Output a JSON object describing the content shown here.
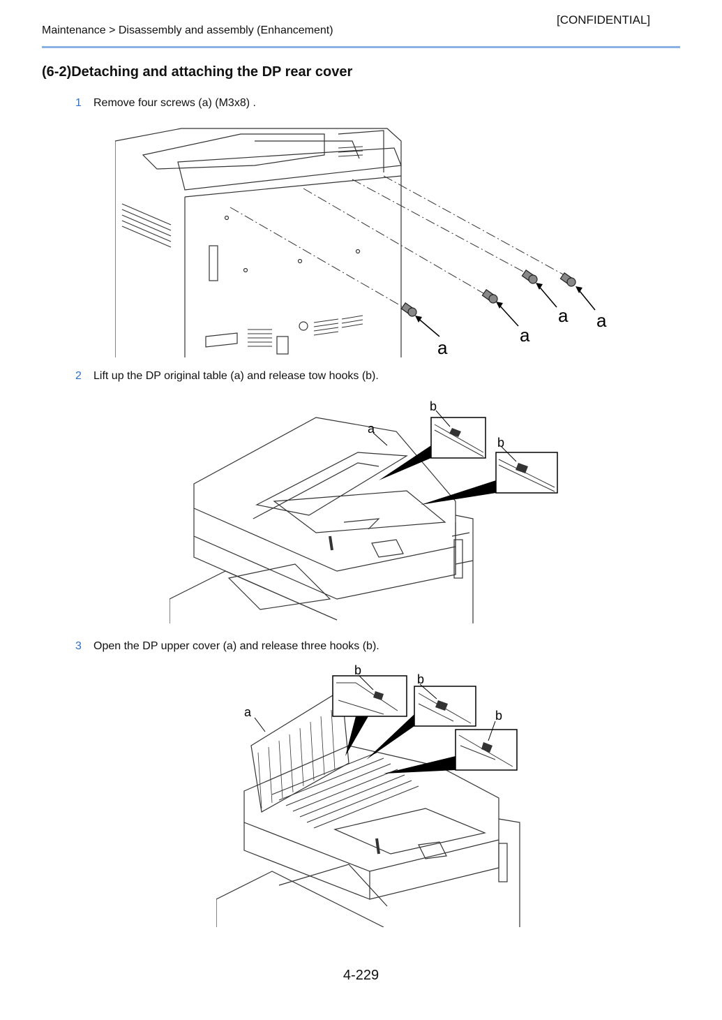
{
  "header": {
    "confidential": "[CONFIDENTIAL]",
    "breadcrumb": "Maintenance > Disassembly and assembly (Enhancement)"
  },
  "section": {
    "title": "(6-2)Detaching and attaching the DP rear cover"
  },
  "steps": [
    {
      "number": "1",
      "text": "Remove four screws (a) (M3x8) .",
      "callouts": [
        "a",
        "a",
        "a",
        "a"
      ]
    },
    {
      "number": "2",
      "text": "Lift up the DP original table (a) and release tow hooks (b).",
      "callouts": [
        "a",
        "b",
        "b"
      ]
    },
    {
      "number": "3",
      "text": "Open the DP upper cover (a) and release three hooks (b).",
      "callouts": [
        "a",
        "b",
        "b",
        "b"
      ]
    }
  ],
  "footer": {
    "page_number": "4-229"
  },
  "colors": {
    "accent_rule": "#8ab0e8",
    "step_number": "#2e6fd1"
  }
}
